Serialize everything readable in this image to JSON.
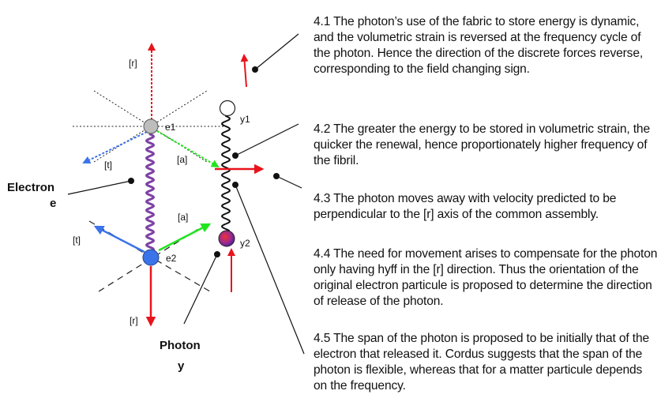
{
  "labels": {
    "electron": "Electron",
    "electron_symbol": "e",
    "photon": "Photon",
    "photon_symbol": "y",
    "e1": "e1",
    "e2": "e2",
    "y1": "y1",
    "y2": "y2",
    "r_top": "[r]",
    "t_top": "[t]",
    "a_top": "[a]",
    "a_bottom": "[a]",
    "t_bottom": "[t]",
    "r_bottom": "[r]"
  },
  "paragraphs": {
    "p1": "4.1 The photon’s use of the fabric to store energy is dynamic, and the volumetric strain is reversed at the frequency cycle of the photon. Hence the direction of the discrete forces reverse, corresponding to the field changing sign.",
    "p2": "4.2 The greater the energy to be stored in volumetric strain, the quicker the renewal, hence proportionately higher frequency of the fibril.",
    "p3": "4.3 The photon moves away with velocity predicted to be perpendicular to the [r] axis of the common assembly.",
    "p4": "4.4 The need for movement arises to compensate for the photon only having hyff in the [r] direction. Thus the orientation of the original electron particule is proposed to determine the direction of release of the photon.",
    "p5": "4.5 The span of the photon is proposed to be initially that of the electron that released it. Cordus suggests that the span of the photon is flexible, whereas that for a matter particule depends on the frequency."
  },
  "colors": {
    "red": "#e8141b",
    "green": "#22e41e",
    "blue": "#3b73e8",
    "purple": "#7e42a6",
    "grey": "#bdbdbd"
  }
}
